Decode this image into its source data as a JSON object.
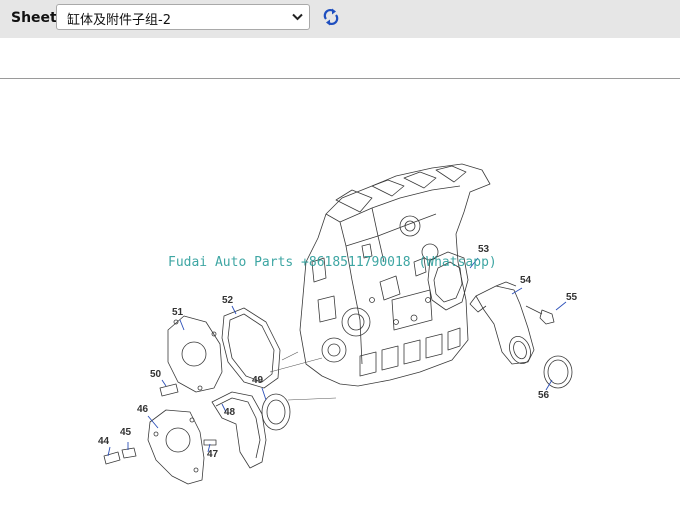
{
  "toolbar": {
    "sheet_label": "Sheet",
    "sheet_select": {
      "value": "缸体及附件子组-2",
      "icon": "chevron-down-icon"
    },
    "refresh_icon": "refresh-icon",
    "accent_color": "#1f4fbf"
  },
  "drawing": {
    "watermark": "Fudai Auto Parts +8618511790018 (Whatsapp)",
    "callouts": {
      "c44": "44",
      "c45": "45",
      "c46": "46",
      "c47": "47",
      "c48": "48",
      "c49": "49",
      "c50": "50",
      "c51": "51",
      "c52": "52",
      "c53": "53",
      "c54": "54",
      "c55": "55",
      "c56": "56"
    }
  }
}
